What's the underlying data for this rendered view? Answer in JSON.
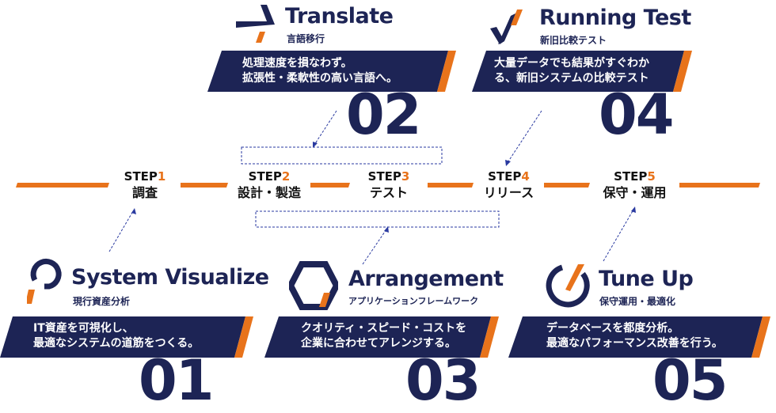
{
  "steps": [
    {
      "label": "STEP",
      "num": "1",
      "name": "調査"
    },
    {
      "label": "STEP",
      "num": "2",
      "name": "設計・製造"
    },
    {
      "label": "STEP",
      "num": "3",
      "name": "テスト"
    },
    {
      "label": "STEP",
      "num": "4",
      "name": "リリース"
    },
    {
      "label": "STEP",
      "num": "5",
      "name": "保守・運用"
    }
  ],
  "cards": {
    "translate": {
      "title": "Translate",
      "subtitle": "言語移行",
      "desc1": "処理速度を損なわず。",
      "desc2": "拡張性・柔軟性の高い言語へ。",
      "number": "02"
    },
    "running_test": {
      "title": "Running Test",
      "subtitle": "新旧比較テスト",
      "desc1": "大量データでも結果がすぐわか",
      "desc2": "る、新旧システムの比較テスト",
      "number": "04"
    },
    "system_visualize": {
      "title": "System Visualize",
      "subtitle": "現行資産分析",
      "desc1": "IT資産を可視化し、",
      "desc2": "最適なシステムの道筋をつくる。",
      "number": "01"
    },
    "arrangement": {
      "title": "Arrangement",
      "subtitle": "アプリケーションフレームワーク",
      "desc1": "クオリティ・スピード・コストを",
      "desc2": "企業に合わせてアレンジする。",
      "number": "03"
    },
    "tune_up": {
      "title": "Tune Up",
      "subtitle": "保守運用・最適化",
      "desc1": "データベースを都度分析。",
      "desc2": "最適なパフォーマンス改善を行う。",
      "number": "05"
    }
  },
  "colors": {
    "navy": "#1d2455",
    "orange": "#e8731b",
    "blue": "#2a3aa0"
  },
  "icons": [
    "translate-arrow-icon",
    "check-icon",
    "magnifier-p-icon",
    "hexagon-icon",
    "gauge-icon"
  ]
}
